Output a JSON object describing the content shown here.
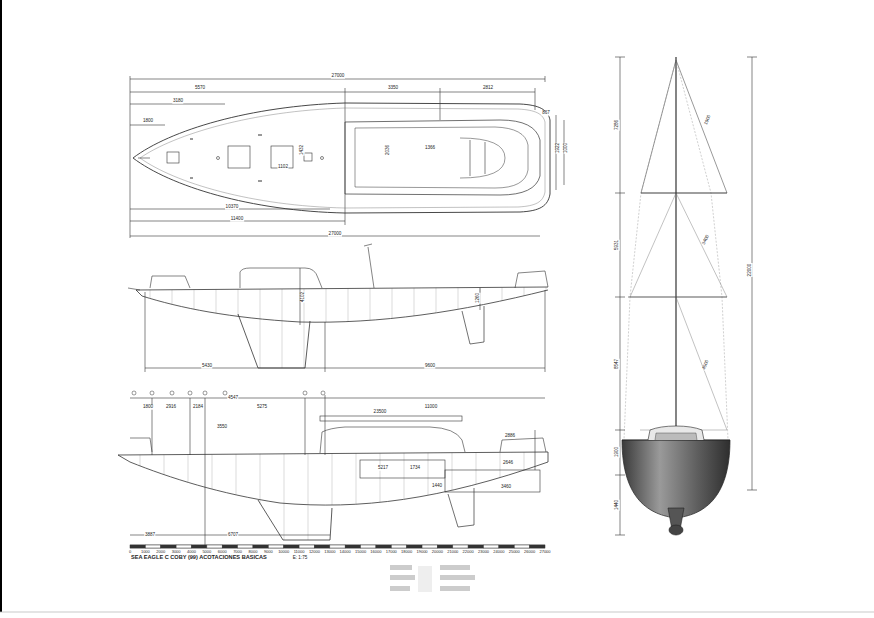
{
  "diagram": {
    "title": "SEA EAGLE C COBY (99) ACOTACIONES BASICAS",
    "labels": [
      "27000",
      "5570",
      "3180",
      "1800",
      "3350",
      "2812",
      "867",
      "1922",
      "1000",
      "1366",
      "2036",
      "1432",
      "1102",
      "10370",
      "11400",
      "27000",
      "4102",
      "5430",
      "9600",
      "1260",
      "4547",
      "1800",
      "2916",
      "2184",
      "5275",
      "3550",
      "11000",
      "23500",
      "2886",
      "5217",
      "1734",
      "2646",
      "3460",
      "3887",
      "6707",
      "1440",
      "7286",
      "5931",
      "8547",
      "1900",
      "1440",
      "22000",
      "1900",
      "3400",
      "4500",
      "E: 1:75",
      "0",
      "1000",
      "2000",
      "3000",
      "4000",
      "5000",
      "6000",
      "7000",
      "8000",
      "9000",
      "10000",
      "11000",
      "12000",
      "13000",
      "14000",
      "15000",
      "16000",
      "17000",
      "18000",
      "19000",
      "20000",
      "21000",
      "22000",
      "23000",
      "24000",
      "25000",
      "26000",
      "27000"
    ]
  }
}
